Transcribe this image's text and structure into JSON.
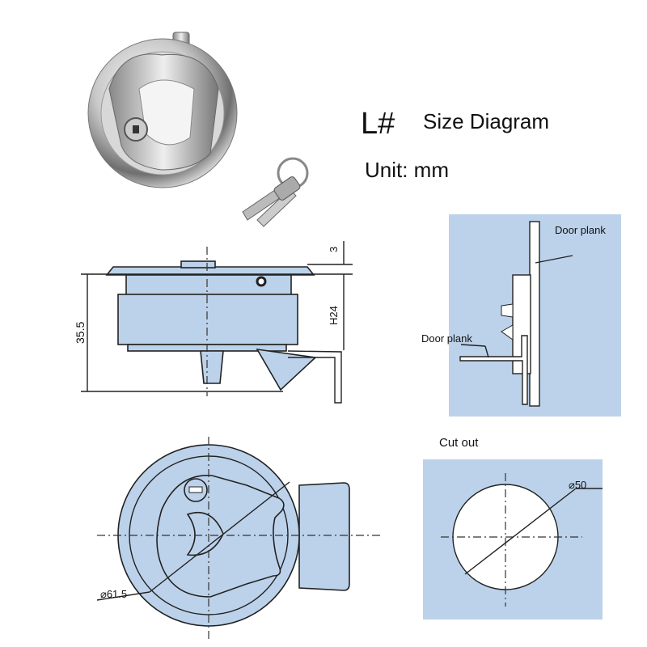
{
  "header": {
    "model": "L#",
    "title": "Size Diagram",
    "unit": "Unit: mm"
  },
  "side_view": {
    "dim_total_height": "35.5",
    "dim_flange": "3",
    "dim_body_height": "H24"
  },
  "install_view": {
    "label_top": "Door plank",
    "label_bottom": "Door plank"
  },
  "front_view": {
    "dim_diameter": "⌀61.5"
  },
  "cutout": {
    "title": "Cut out",
    "dim_diameter": "⌀50"
  },
  "colors": {
    "panel_blue": "#bcd2ea",
    "line": "#222222"
  }
}
